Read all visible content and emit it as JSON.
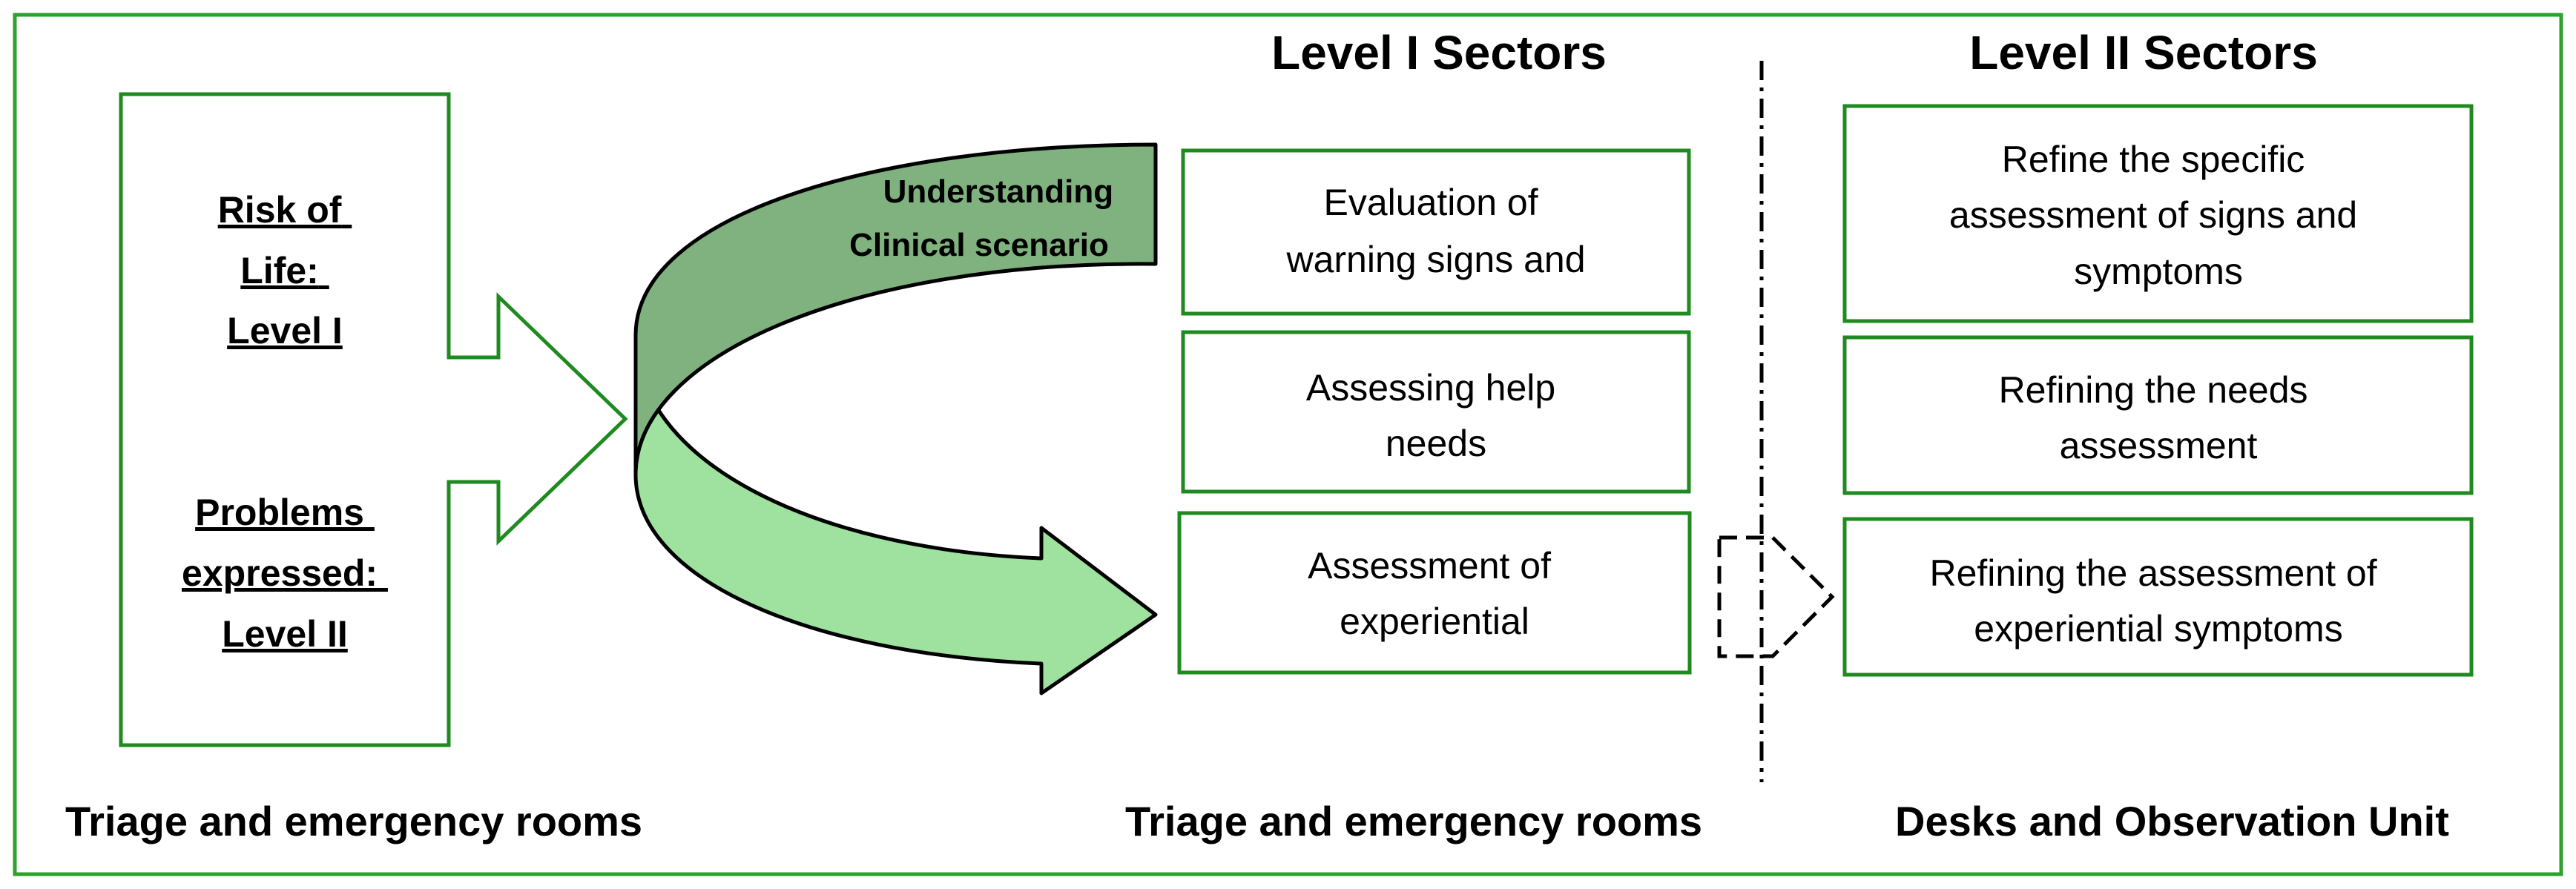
{
  "colors": {
    "frame_green": "#2ea02e",
    "box_green": "#1f8a1f",
    "arrow_dark_green": "#7fb27f",
    "arrow_light_green": "#9fe29f",
    "divider": "#000000"
  },
  "left_panel": {
    "risk_lines": [
      "Risk of",
      "Life:",
      "Level I"
    ],
    "problem_lines": [
      "Problems",
      "expressed:",
      "Level II"
    ],
    "footer": "Triage and emergency rooms"
  },
  "curved_arrow": {
    "label_lines": [
      "Understanding",
      "Clinical scenario"
    ]
  },
  "level1": {
    "title": "Level I Sectors",
    "boxes": [
      {
        "lines": [
          "Evaluation of",
          "warning signs and"
        ]
      },
      {
        "lines": [
          "Assessing help",
          "needs"
        ]
      },
      {
        "lines": [
          "Assessment of",
          "experiential"
        ]
      }
    ],
    "footer": "Triage and emergency rooms"
  },
  "level2": {
    "title": "Level II Sectors",
    "boxes": [
      {
        "lines": [
          "Refine the specific",
          "assessment of signs and",
          "symptoms"
        ]
      },
      {
        "lines": [
          "Refining the needs",
          "assessment"
        ]
      },
      {
        "lines": [
          "Refining the assessment of",
          "experiential symptoms"
        ]
      }
    ],
    "footer": "Desks and Observation Unit"
  }
}
